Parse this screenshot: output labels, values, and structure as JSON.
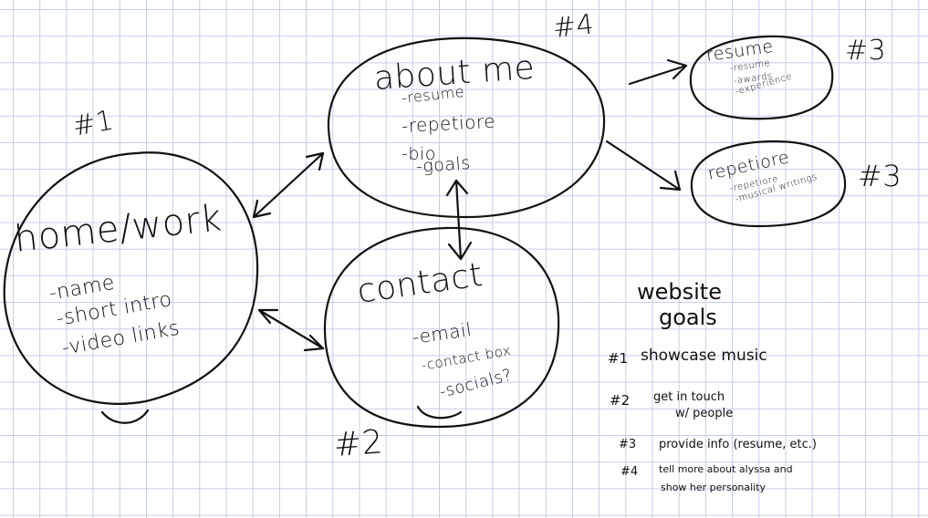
{
  "nodes": {
    "home": {
      "number": "#1",
      "title": "home/work",
      "items": [
        "-name",
        "-short intro",
        "-video links"
      ]
    },
    "about": {
      "number": "#4",
      "title": "about me",
      "items": [
        "-resume",
        "-repetiore",
        "-bio",
        "-goals"
      ]
    },
    "contact": {
      "number": "#2",
      "title": "contact",
      "items": [
        "-email",
        "-contact box",
        "-socials?"
      ]
    },
    "resume": {
      "number": "#3",
      "title": "resume",
      "items": [
        "-resume",
        "-awards",
        "-experience"
      ]
    },
    "repetiore": {
      "number": "#3",
      "title": "repetiore",
      "items": [
        "-repetiore",
        "-musical writings"
      ]
    }
  },
  "goals": {
    "heading_line1": "website",
    "heading_line2": "goals",
    "items": [
      {
        "num": "#1",
        "text": "showcase music"
      },
      {
        "num": "#2",
        "text": "get in touch",
        "text2": "w/ people"
      },
      {
        "num": "#3",
        "text": "provide info (resume, etc.)"
      },
      {
        "num": "#4",
        "text": "tell more about alyssa and",
        "text2": "show her personality"
      }
    ]
  },
  "colors": {
    "ink": "#111111",
    "grid": "#c3cde3",
    "paper": "#ffffff"
  }
}
